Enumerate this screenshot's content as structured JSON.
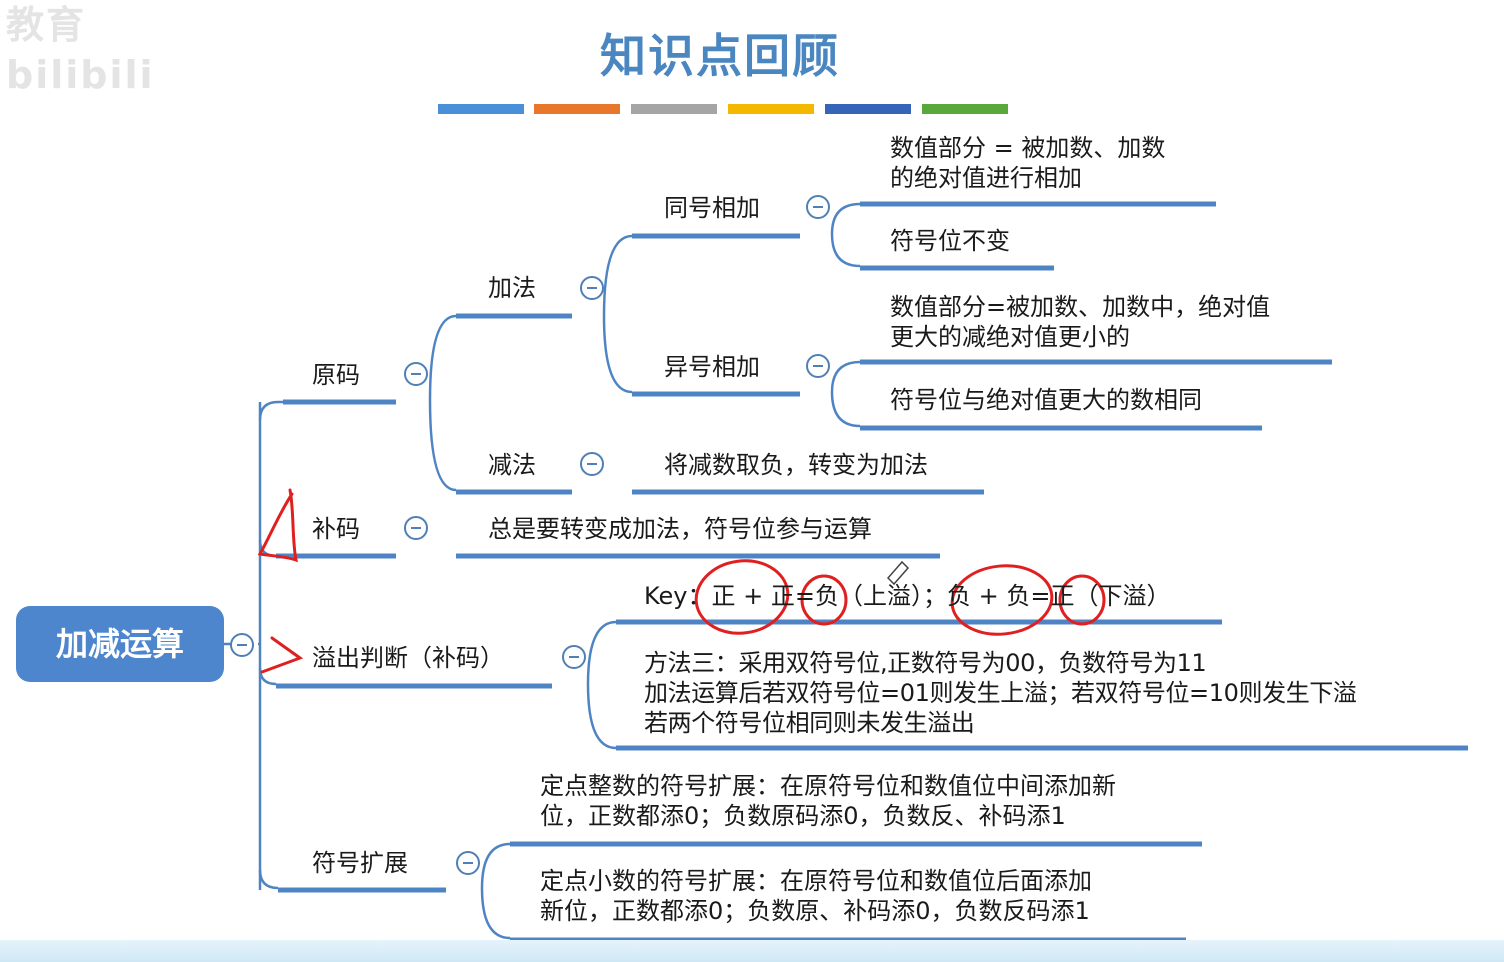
{
  "watermark": "教育 bilibili",
  "title": "知识点回顾",
  "colorbar": [
    "#4a90d9",
    "#e8762b",
    "#a5a5a5",
    "#f5b800",
    "#3564b8",
    "#5aa83c"
  ],
  "root": "加减运算",
  "nodes": {
    "yuanma": "原码",
    "jiafa": "加法",
    "tonghao": "同号相加",
    "tonghao_value": "数值部分 = 被加数、加数\n的绝对值进行相加",
    "tonghao_sign": "符号位不变",
    "yihao": "异号相加",
    "yihao_value": "数值部分=被加数、加数中，绝对值\n更大的减绝对值更小的",
    "yihao_sign": "符号位与绝对值更大的数相同",
    "jianfa": "减法",
    "jianfa_note": "将减数取负，转变为加法",
    "buma": "补码",
    "buma_note": "总是要转变成加法，符号位参与运算",
    "yichu": "溢出判断（补码）",
    "yichu_key": "Key：正 + 正=负（上溢）；负 + 负=正（下溢）",
    "yichu_method": "方法三：采用双符号位,正数符号为00，负数符号为11\n加法运算后若双符号位=01则发生上溢；若双符号位=10则发生下溢\n若两个符号位相同则未发生溢出",
    "kuozhan": "符号扩展",
    "kuozhan_int": "定点整数的符号扩展：在原符号位和数值位中间添加新\n位，正数都添0；负数原码添0，负数反、补码添1",
    "kuozhan_frac": "定点小数的符号扩展：在原符号位和数值位后面添加\n新位，正数都添0；负数原、补码添0，负数反码添1"
  }
}
